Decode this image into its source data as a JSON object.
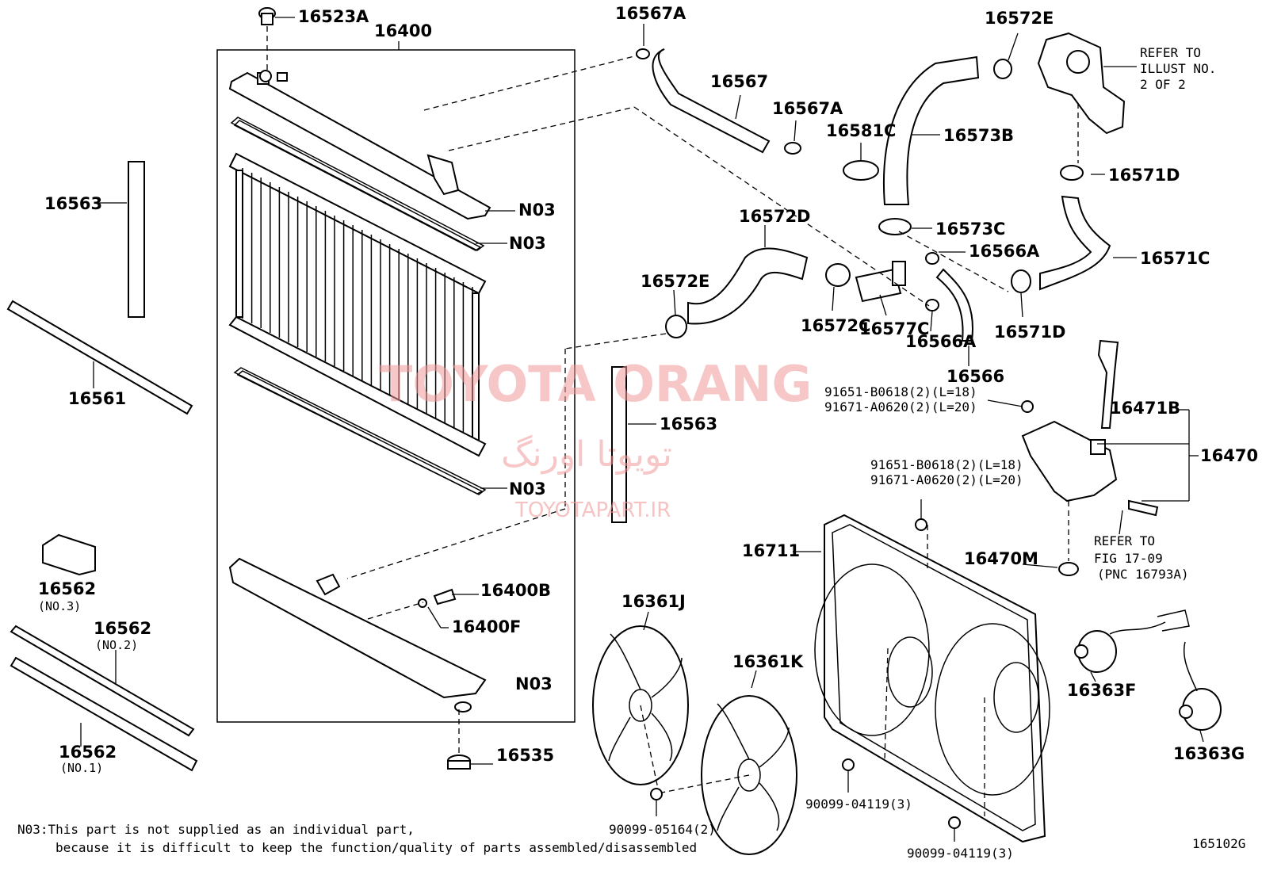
{
  "labels": {
    "p16523A": "16523A",
    "p16400": "16400",
    "p16567A_top": "16567A",
    "p16567": "16567",
    "p16567A_mid": "16567A",
    "p16572E_top": "16572E",
    "refer_illust_1": "REFER TO",
    "refer_illust_2": "ILLUST NO.",
    "refer_illust_3": "2 OF 2",
    "p16563_left": "16563",
    "n03_1": "N03",
    "n03_2": "N03",
    "n03_3": "N03",
    "n03_4": "N03",
    "p16581C": "16581C",
    "p16573B": "16573B",
    "p16571D_top": "16571D",
    "p16572D": "16572D",
    "p16573C": "16573C",
    "p16566A_top": "16566A",
    "p16571C": "16571C",
    "p16572E_mid": "16572E",
    "p16572C": "16572C",
    "p16577C": "16577C",
    "p16566A_bot": "16566A",
    "p16571D_bot": "16571D",
    "p16561": "16561",
    "p16566": "16566",
    "bolt1a": "91651-B0618(2)(L=18)",
    "bolt1b": "91671-A0620(2)(L=20)",
    "p16471B": "16471B",
    "p16563_mid": "16563",
    "p16470": "16470",
    "bolt2a": "91651-B0618(2)(L=18)",
    "bolt2b": "91671-A0620(2)(L=20)",
    "p16562_no3": "16562",
    "no3": "(NO.3)",
    "p16400B": "16400B",
    "p16711": "16711",
    "p16470M": "16470M",
    "refer_fig_1": "REFER TO",
    "refer_fig_2": "FIG 17-09",
    "refer_fig_3": "(PNC 16793A)",
    "p16400F": "16400F",
    "p16361J": "16361J",
    "p16562_no2": "16562",
    "no2": "(NO.2)",
    "p16361K": "16361K",
    "p16363F": "16363F",
    "p16562_no1": "16562",
    "no1": "(NO.1)",
    "p16535": "16535",
    "p16363G": "16363G",
    "screw_90099_04119_a": "90099-04119(3)",
    "screw_90099_05164": "90099-05164(2)",
    "screw_90099_04119_b": "90099-04119(3)",
    "diagram_code": "165102G"
  },
  "note": {
    "line1": "N03:This part is not supplied as an individual part,",
    "line2": "because it is difficult to keep the function/quality of parts assembled/disassembled"
  },
  "watermark": {
    "brand": "TOYOTA ORANG",
    "brand_fa": "تویوتا اورنگ",
    "site": "TOYOTAPART.IR"
  },
  "colors": {
    "line": "#000000",
    "watermark": "#f19a9a"
  }
}
